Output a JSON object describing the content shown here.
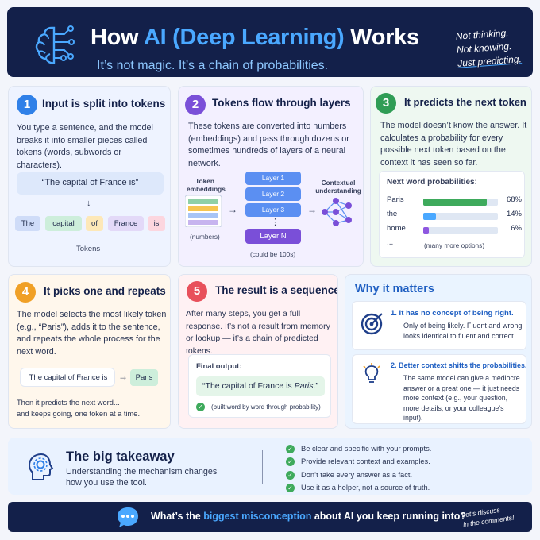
{
  "header": {
    "title_a": "How ",
    "title_b": "AI (Deep Learning)",
    "title_c": " Works",
    "subtitle": "It’s not magic. It’s a chain of probabilities.",
    "note": [
      "Not thinking.",
      "Not knowing.",
      "Just predicting."
    ]
  },
  "step1": {
    "num": "1",
    "title": "Input is split into tokens",
    "body": "You type a sentence, and the model breaks it into smaller pieces called tokens (words, subwords or characters).",
    "sentence": "“The capital of France is”",
    "arrow": "↓",
    "tokens": [
      "The",
      "capital",
      "of",
      "France",
      "is"
    ],
    "caption": "Tokens"
  },
  "step2": {
    "num": "2",
    "title": "Tokens flow through layers",
    "body": "These tokens are converted into numbers (embeddings) and pass through dozens or sometimes hundreds of layers of a neural network.",
    "emb_label": "Token embeddings",
    "emb_caption": "(numbers)",
    "layers": [
      "Layer 1",
      "Layer 2",
      "Layer 3",
      "⋮",
      "Layer N"
    ],
    "layers_caption": "(could be 100s)",
    "out_label": "Contextual understanding"
  },
  "step3": {
    "num": "3",
    "title": "It predicts the next token",
    "body": "The model doesn’t know the answer. It calculates a probability for every possible next token based on the context it has seen so far.",
    "box_title": "Next word probabilities:",
    "rows": [
      {
        "word": "Paris",
        "value": 68,
        "label": "68%",
        "color": "#3eaa5c"
      },
      {
        "word": "the",
        "value": 14,
        "label": "14%",
        "color": "#4aa8ff"
      },
      {
        "word": "home",
        "value": 6,
        "label": "6%",
        "color": "#8e57e0"
      }
    ],
    "more_dots": "...",
    "more": "(many more options)"
  },
  "step4": {
    "num": "4",
    "title": "It picks one and repeats",
    "body": "The model selects the most likely token (e.g., “Paris”), adds it to the sentence, and repeats the whole process for the next word.",
    "seq": "The capital of France is",
    "arrow": "→",
    "pick": "Paris",
    "foot": "Then it predicts the next word...\nand keeps going, one token at a time."
  },
  "step5": {
    "num": "5",
    "title": "The result is a sequence",
    "body": "After many steps, you get a full response. It’s not a result from memory or lookup — it’s a chain of predicted tokens.",
    "final_label": "Final output:",
    "final_text_a": "“The capital of France is ",
    "final_text_b": "Paris",
    "final_text_c": ".”",
    "note": "(built word by word through probability)"
  },
  "matters": {
    "title": "Why it matters",
    "points": [
      {
        "title": "1.  It has no concept of being right.",
        "body": "Only of being likely. Fluent and wrong looks identical to fluent and correct."
      },
      {
        "title": "2.  Better context shifts the probabilities.",
        "body": "The same model can give a mediocre answer or a great one — it just needs more context (e.g., your question, more details, or your colleague’s input)."
      }
    ]
  },
  "takeaway": {
    "title": "The big takeaway",
    "subtitle": "Understanding the mechanism changes how you use the tool.",
    "tips": [
      "Be clear and specific with your prompts.",
      "Provide relevant context and examples.",
      "Don’t take every answer as a fact.",
      "Use it as a helper, not a source of truth."
    ]
  },
  "footer": {
    "q_a": "What’s the ",
    "q_b": "biggest misconception",
    "q_c": " about AI you keep running into?",
    "discuss": [
      "Let’s discuss",
      "in the comments!"
    ]
  },
  "colors": {
    "navy": "#13204a",
    "accent": "#4aa8ff",
    "step1": "#2f80e8",
    "step2": "#7a4fd8",
    "step3": "#2f9d55",
    "step4": "#f0a026",
    "step5": "#e8505b"
  }
}
